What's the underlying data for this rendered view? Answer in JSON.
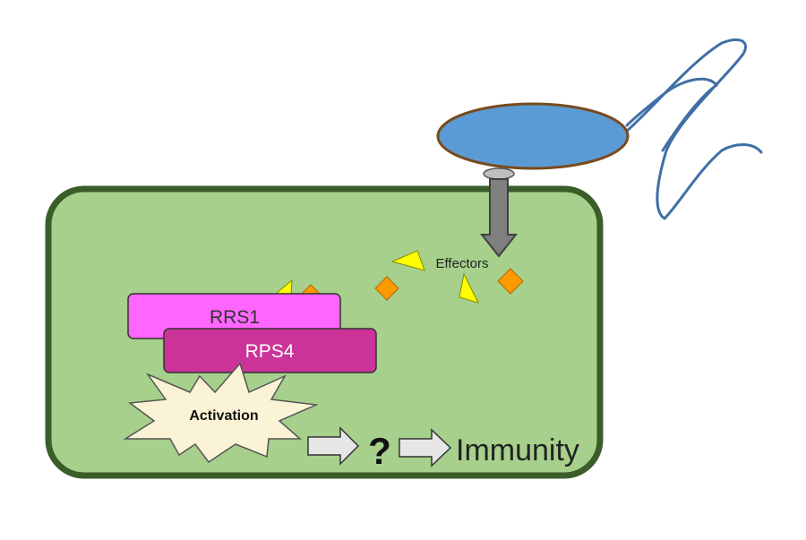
{
  "diagram": {
    "labels": {
      "effectors": "Effectors",
      "rrs1": "RRS1",
      "rps4": "RPS4",
      "activation": "Activation",
      "unknown": "?",
      "immunity": "Immunity"
    },
    "colors": {
      "cell_fill": "#a6d08b",
      "cell_border": "#3b5d2a",
      "bacterium_fill": "#5b9bd5",
      "bacterium_border": "#7a4a1e",
      "flagellum": "#3f6fa6",
      "secretion_system": "#7f7f7f",
      "effector_triangle": "#ffff00",
      "effector_diamond": "#ff9900",
      "rrs1_fill": "#ff66ff",
      "rps4_fill": "#cc3399",
      "activation_fill": "#fbf3d6",
      "arrow_fill": "#e6e6e6"
    }
  }
}
